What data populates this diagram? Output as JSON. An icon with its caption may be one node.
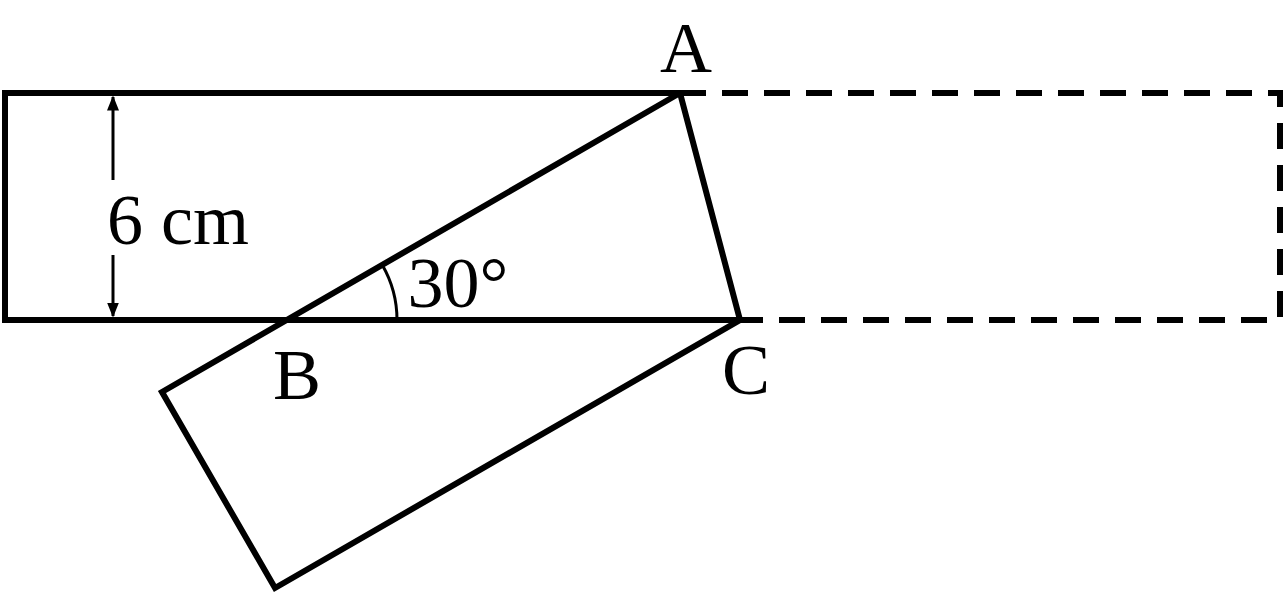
{
  "diagram": {
    "labels": [
      "A",
      "6 cm",
      "30°",
      "B",
      "C"
    ]
  }
}
